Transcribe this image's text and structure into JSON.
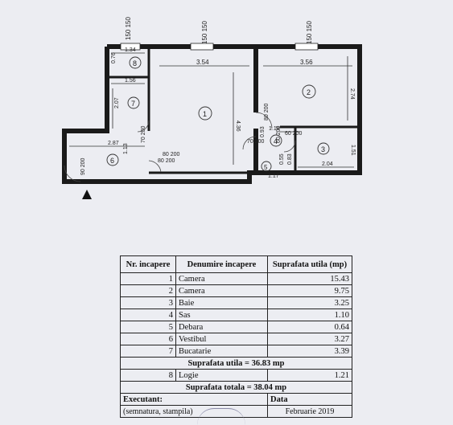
{
  "plan": {
    "room_numbers": [
      "1",
      "2",
      "3",
      "4",
      "5",
      "6",
      "7",
      "8"
    ],
    "dimensions": {
      "top_bedroom1": "3.54",
      "top_bedroom2": "3.56",
      "room8_width": "1.34",
      "room8_height": "0.76",
      "room7_width": "1.56",
      "room7_height": "2.07",
      "bedroom1_height": "4.36",
      "bedroom2_height": "2.74",
      "room3_height": "1.51",
      "room3_width": "2.04",
      "hall_width": "2.87",
      "hall_height": "1.13",
      "sas_width": "1.18",
      "small_a": "0.55",
      "small_b": "0.83",
      "small_c": "1.17",
      "small_d": "0.93"
    },
    "windows": [
      "150\n150",
      "150\n150",
      "150\n150"
    ],
    "doors": {
      "d1": "70\n200",
      "d2": "80\n200",
      "d3": "80\n200",
      "d4": "70\n200",
      "d5": "60\n200",
      "d6": "60\n200",
      "d7": "90\n200",
      "d8": "80\n200"
    }
  },
  "table": {
    "headers": [
      "Nr. incapere",
      "Denumire incapere",
      "Suprafata utila (mp)"
    ],
    "rows": [
      {
        "nr": "1",
        "name": "Camera",
        "area": "15.43"
      },
      {
        "nr": "2",
        "name": "Camera",
        "area": "9.75"
      },
      {
        "nr": "3",
        "name": "Baie",
        "area": "3.25"
      },
      {
        "nr": "4",
        "name": "Sas",
        "area": "1.10"
      },
      {
        "nr": "5",
        "name": "Debara",
        "area": "0.64"
      },
      {
        "nr": "6",
        "name": "Vestibul",
        "area": "3.27"
      },
      {
        "nr": "7",
        "name": "Bucatarie",
        "area": "3.39"
      }
    ],
    "suprafata_utila": "Suprafata utila = 36.83 mp",
    "logie": {
      "nr": "8",
      "name": "Logie",
      "area": "1.21"
    },
    "suprafata_totala": "Suprafata totala = 38.04 mp",
    "executant_label": "Executant:",
    "data_label": "Data",
    "signature_note": "(semnatura, stampila)",
    "date_value": "Februarie 2019"
  }
}
